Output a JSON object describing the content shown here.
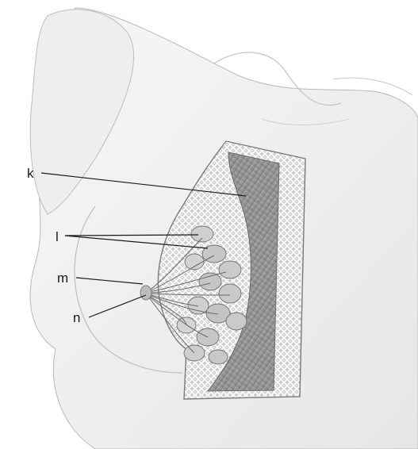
{
  "labels": {
    "k": "k",
    "l": "l",
    "m": "m",
    "n": "n"
  },
  "colors": {
    "background": "#ffffff",
    "skin": "#efefef",
    "skin_shadow": "#d9d9d9",
    "outline": "#8a8a8a",
    "muscle": "#9a9a9a",
    "gland": "#c9c9c9",
    "fat_border": "#f4f4f4",
    "label_text": "#1a1a1a"
  }
}
